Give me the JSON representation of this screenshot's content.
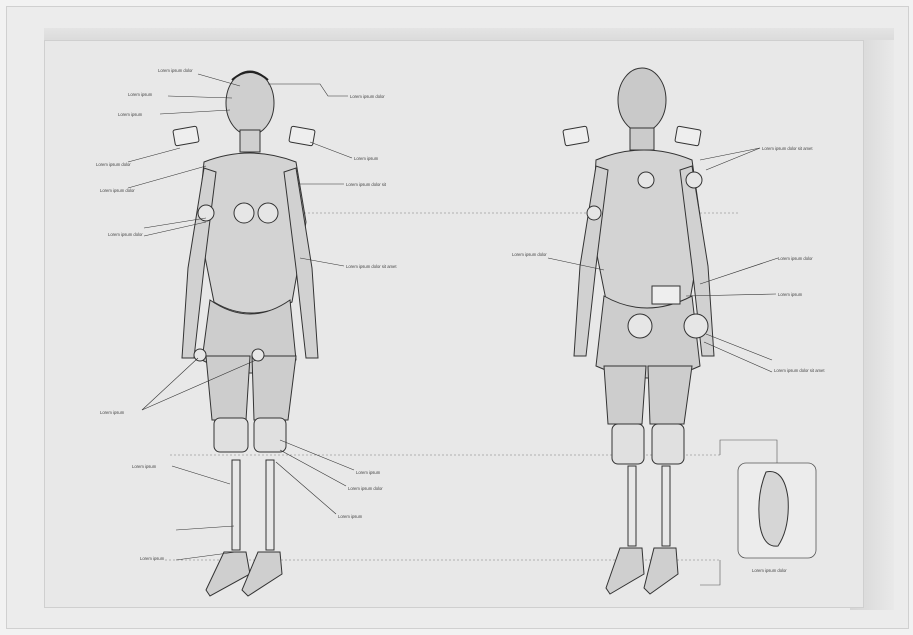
{
  "plate": {
    "front_labels": [
      "Lorem ipsum dolor",
      "Lorem ipsum",
      "Lorem ipsum",
      "Lorem ipsum dolor",
      "Lorem ipsum dolor",
      "Lorem ipsum dolor",
      "Lorem ipsum",
      "Lorem ipsum dolor sit",
      "Lorem ipsum dolor",
      "Lorem ipsum dolor sit amet",
      "Lorem ipsum",
      "Lorem ipsum",
      "Lorem ipsum",
      "Lorem ipsum dolor",
      "Lorem ipsum",
      "Lorem ipsum"
    ],
    "back_labels": [
      "Lorem ipsum dolor sit amet",
      "Lorem ipsum dolor",
      "Lorem ipsum dolor",
      "Lorem ipsum",
      "Lorem ipsum dolor sit amet"
    ],
    "foot_caption": "Lorem ipsum dolor"
  }
}
